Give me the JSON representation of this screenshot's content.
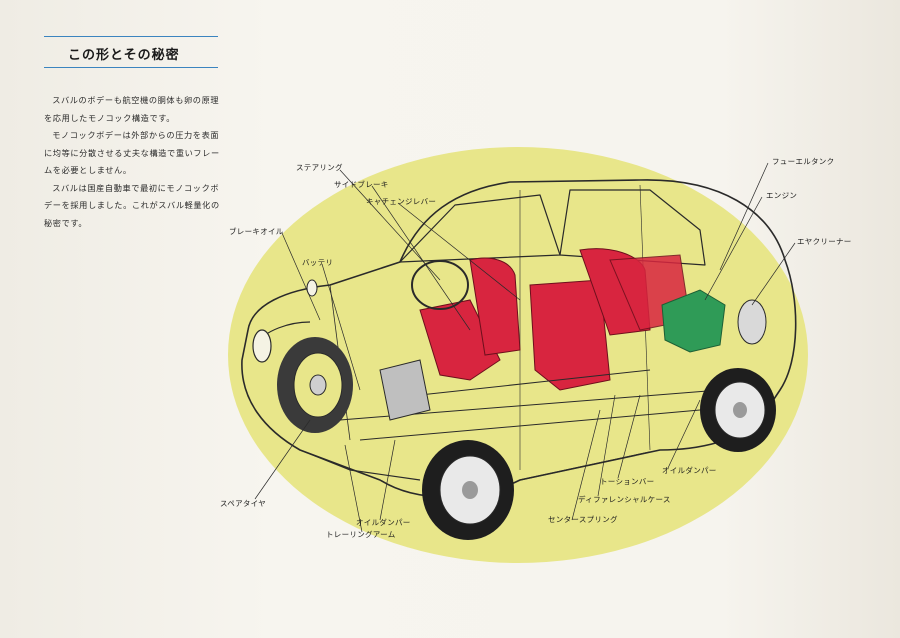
{
  "heading": "この形とその秘密",
  "paragraphs": [
    "スバルのボデーも航空機の胴体も卵の原理を応用したモノコック構造です。",
    "モノコックボデーは外部からの圧力を表面に均等に分散させる丈夫な構造で重いフレームを必要としません。",
    "スバルは国産自動車で最初にモノコックボデーを採用しました。これがスバル軽量化の秘密です。"
  ],
  "labels": {
    "steering": "ステアリング",
    "side_brake": "サイドブレーキ",
    "change_lever": "キャチェンジレバー",
    "brake_oil": "ブレーキオイル",
    "battery": "バッテリ",
    "fuel_tank": "フューエルタンク",
    "engine": "エンジン",
    "air_cleaner": "エヤクリーナー",
    "oil_damper_rear": "オイルダンパー",
    "torsion_bar": "トーションバー",
    "differential_case": "ディファレンシャルケース",
    "center_spring": "センタースプリング",
    "spare_tire": "スペアタイヤ",
    "oil_damper_front": "オイルダンパー",
    "trailing_arm": "トレーリングアーム"
  },
  "colors": {
    "egg_fill": "#e8e68a",
    "seat_red": "#d8253f",
    "engine_green": "#2f9b57",
    "rule_blue": "#3b84bf"
  }
}
